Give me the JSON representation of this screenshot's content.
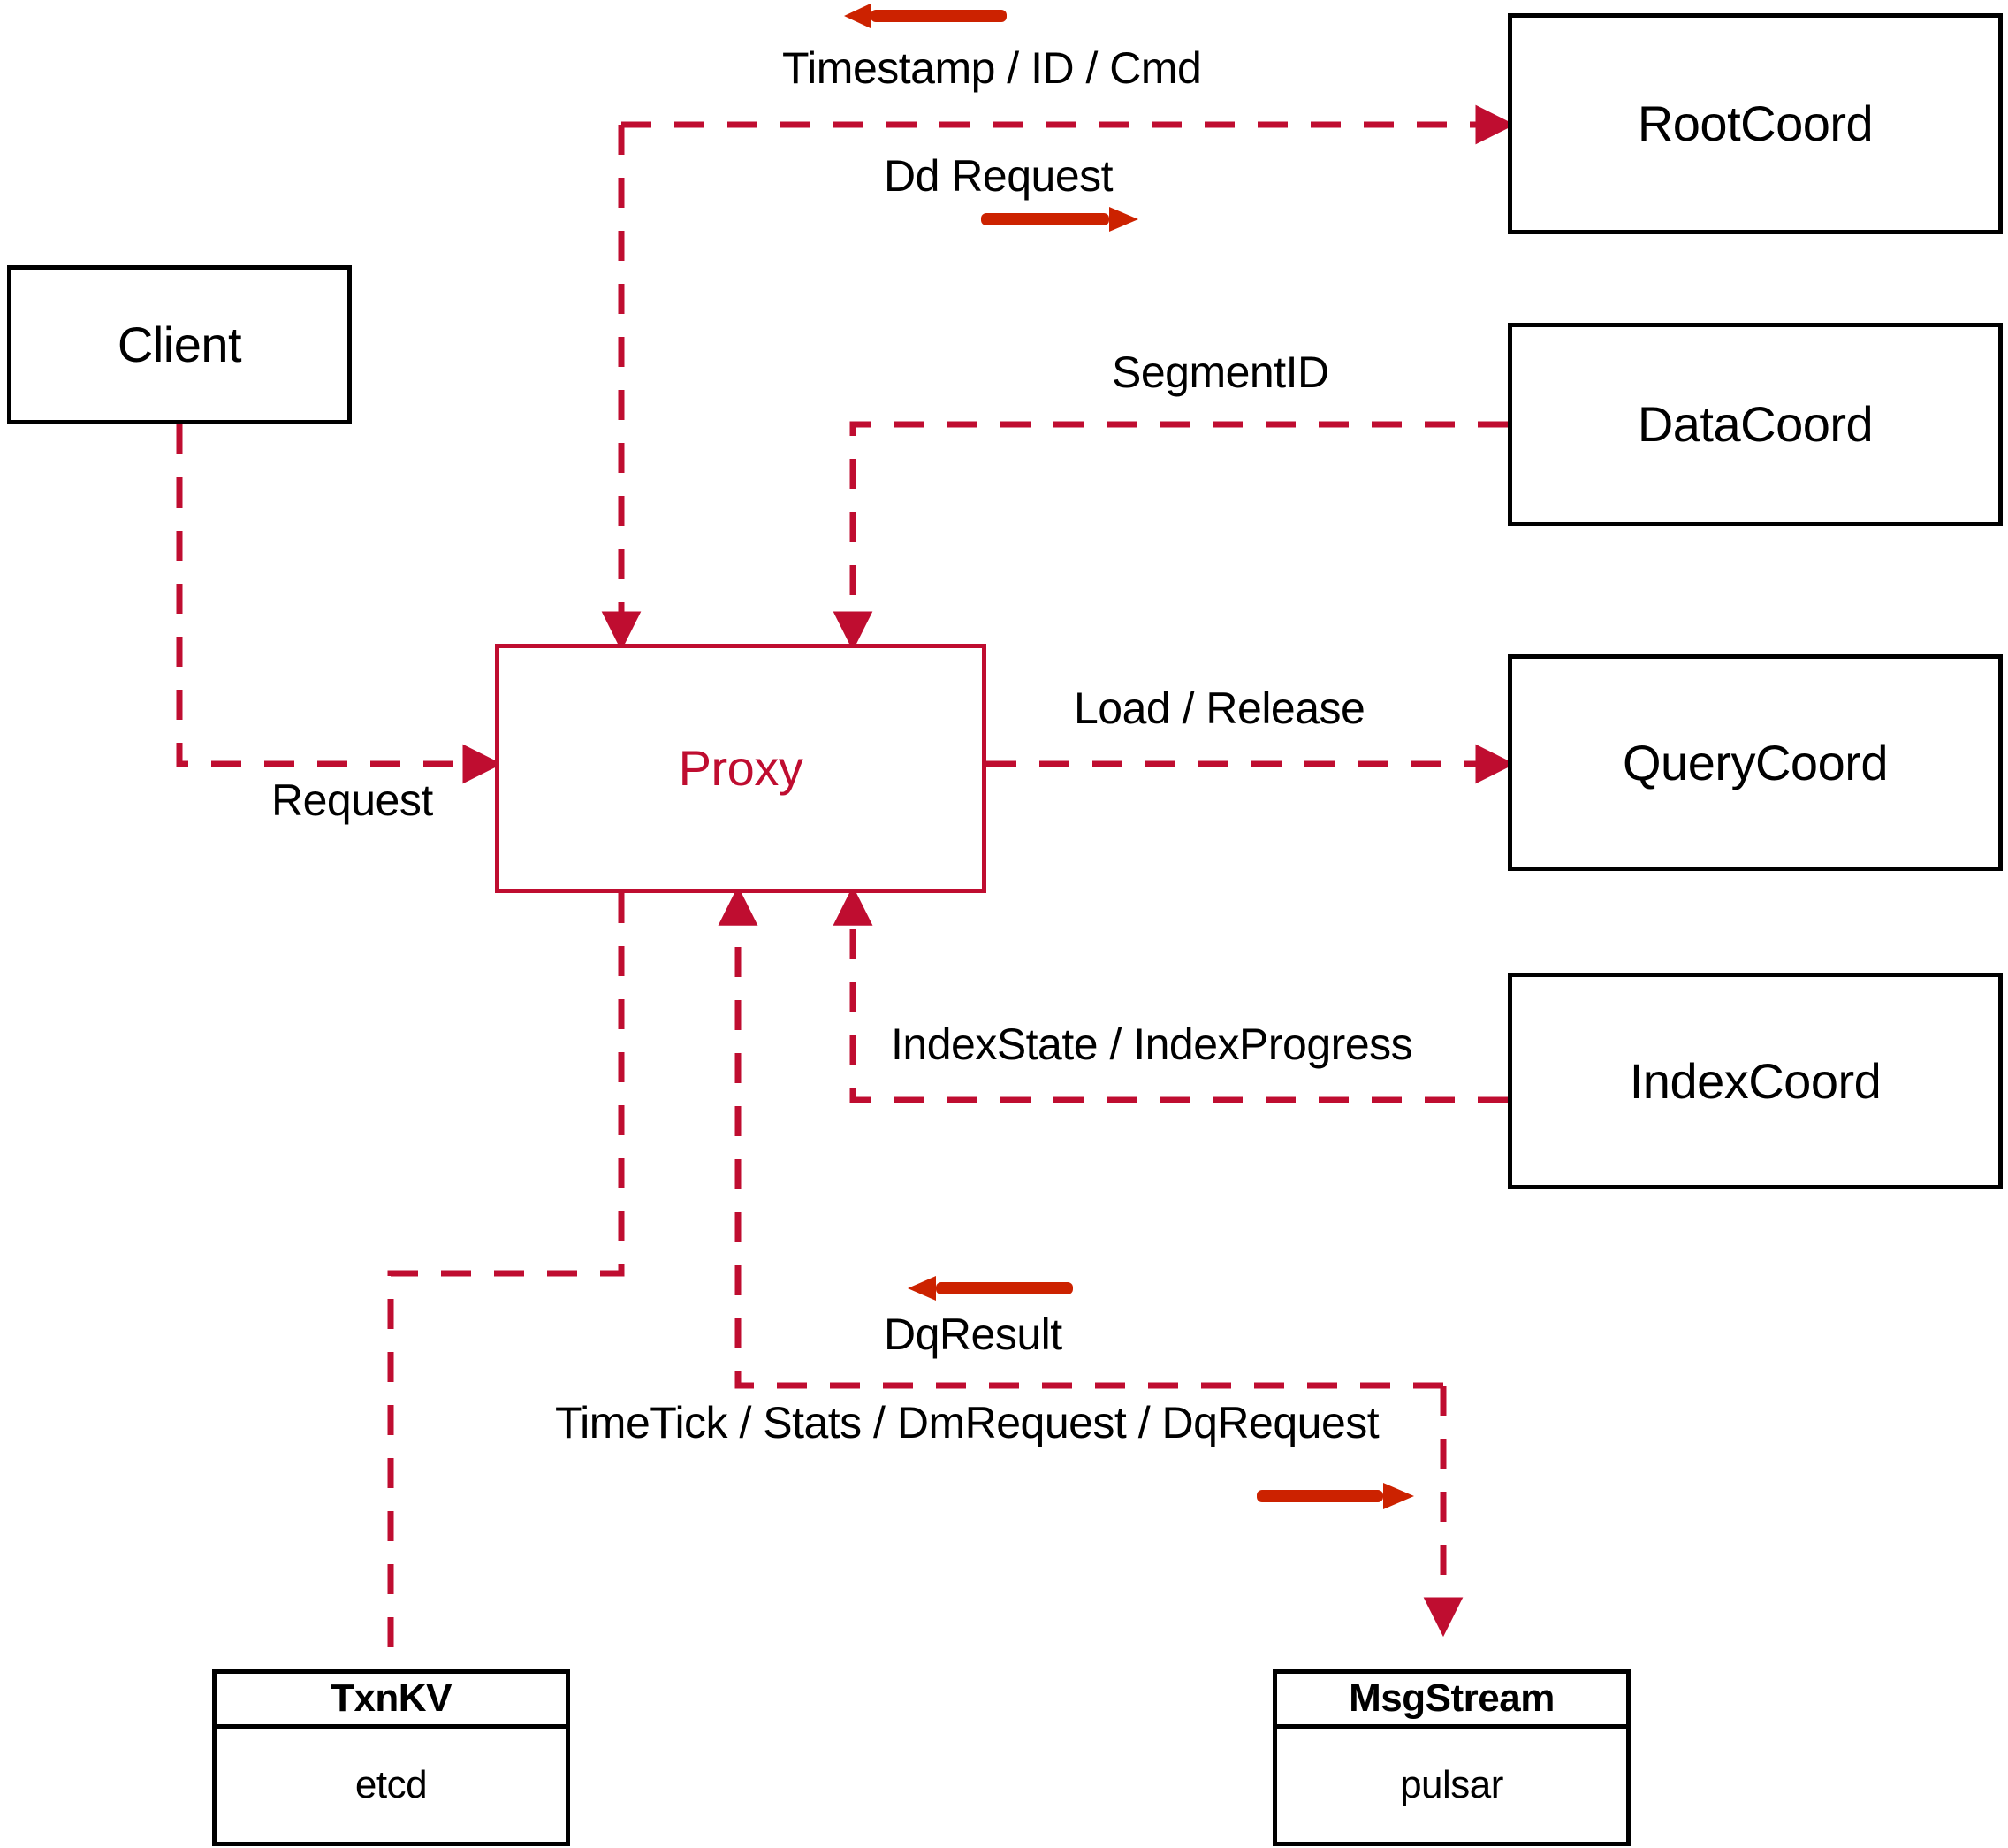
{
  "diagram": {
    "title": "Proxy component interaction diagram",
    "colors": {
      "node_stroke": "#000000",
      "proxy_stroke": "#bf0d30",
      "dashed_edge": "#bf0d30",
      "bold_arrow": "#cc2200",
      "background": "#ffffff",
      "label_text": "#000000"
    },
    "nodes": [
      {
        "id": "client",
        "label": "Client",
        "style": "black-box"
      },
      {
        "id": "proxy",
        "label": "Proxy",
        "style": "red-box"
      },
      {
        "id": "rootcoord",
        "label": "RootCoord",
        "style": "black-box"
      },
      {
        "id": "datacoord",
        "label": "DataCoord",
        "style": "black-box"
      },
      {
        "id": "querycoord",
        "label": "QueryCoord",
        "style": "black-box"
      },
      {
        "id": "indexcoord",
        "label": "IndexCoord",
        "style": "black-box"
      },
      {
        "id": "txnkv",
        "label": "TxnKV",
        "impl": "etcd",
        "style": "split-box"
      },
      {
        "id": "msgstream",
        "label": "MsgStream",
        "impl": "pulsar",
        "style": "split-box"
      }
    ],
    "edge_labels": {
      "timestamp_id_cmd": "Timestamp / ID / Cmd",
      "dd_request": "Dd Request",
      "segment_id": "SegmentID",
      "request": "Request",
      "load_release": "Load / Release",
      "index_state_progress": "IndexState / IndexProgress",
      "dq_result": "DqResult",
      "timetick_stats": "TimeTick / Stats / DmRequest / DqRequest"
    },
    "edges": [
      {
        "id": "client-proxy",
        "from": "client",
        "to": "proxy",
        "label": "Request",
        "dir": "forward"
      },
      {
        "id": "proxy-rootcoord",
        "from": "proxy",
        "to": "rootcoord",
        "label": "Dd Request",
        "dir": "forward"
      },
      {
        "id": "rootcoord-proxy",
        "from": "rootcoord",
        "to": "proxy",
        "label": "Timestamp / ID / Cmd",
        "dir": "backward"
      },
      {
        "id": "datacoord-proxy",
        "from": "datacoord",
        "to": "proxy",
        "label": "SegmentID",
        "dir": "backward"
      },
      {
        "id": "proxy-querycoord",
        "from": "proxy",
        "to": "querycoord",
        "label": "Load / Release",
        "dir": "forward"
      },
      {
        "id": "indexcoord-proxy",
        "from": "indexcoord",
        "to": "proxy",
        "label": "IndexState / IndexProgress",
        "dir": "backward"
      },
      {
        "id": "msgstream-proxy",
        "from": "msgstream",
        "to": "proxy",
        "label": "DqResult",
        "dir": "backward"
      },
      {
        "id": "proxy-msgstream",
        "from": "proxy",
        "to": "msgstream",
        "label": "TimeTick / Stats / DmRequest / DqRequest",
        "dir": "forward"
      },
      {
        "id": "proxy-txnkv",
        "from": "proxy",
        "to": "txnkv",
        "label": "",
        "dir": "none"
      }
    ]
  }
}
